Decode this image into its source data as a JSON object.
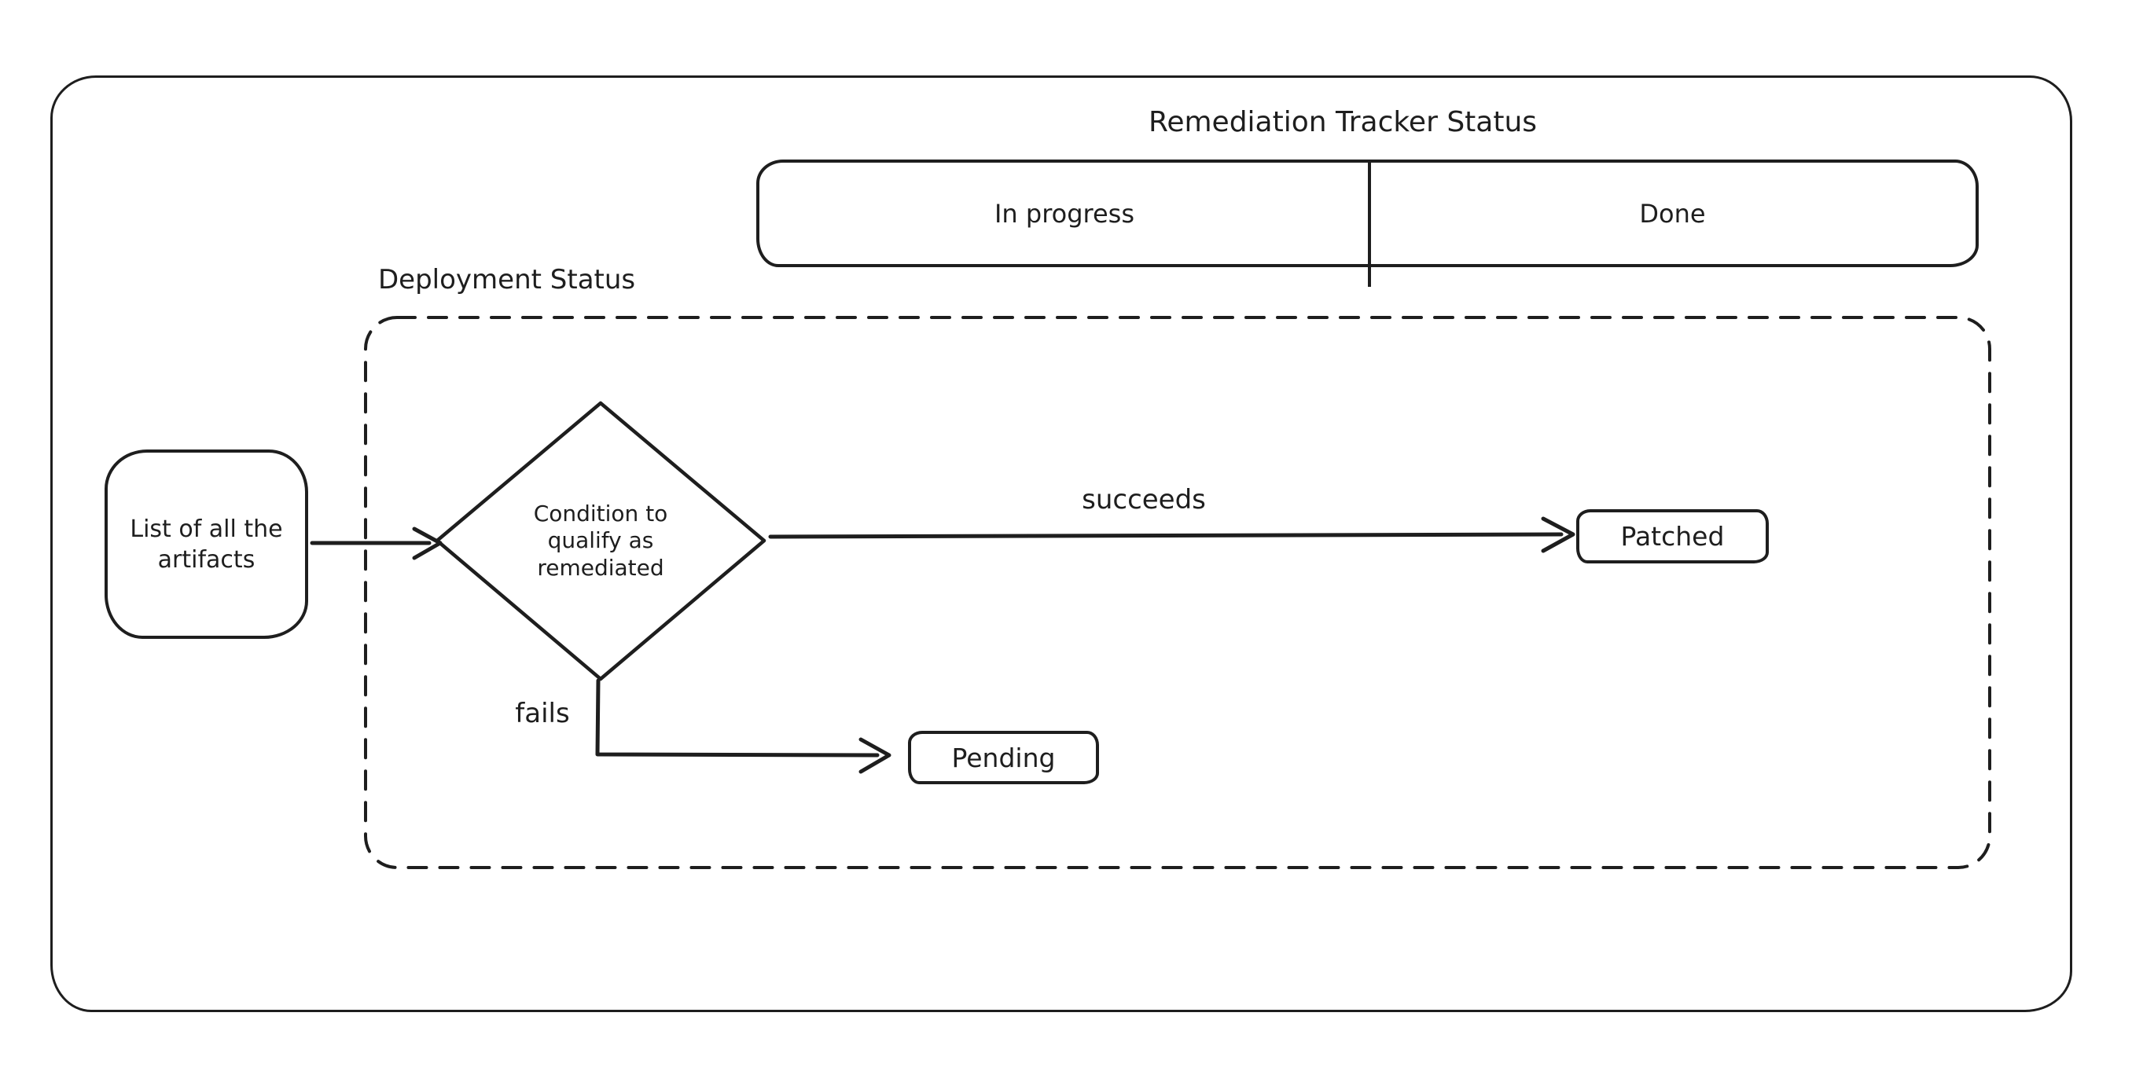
{
  "title": "Remediation Tracker Status",
  "tracker_bar": {
    "columns": [
      {
        "label": "In progress"
      },
      {
        "label": "Done"
      }
    ]
  },
  "deployment_group": {
    "label": "Deployment Status"
  },
  "nodes": {
    "artifacts": {
      "label": "List of all the artifacts"
    },
    "condition": {
      "label": "Condition to qualify as remediated"
    },
    "patched": {
      "label": "Patched"
    },
    "pending": {
      "label": "Pending"
    }
  },
  "edges": {
    "succeeds": {
      "label": "succeeds"
    },
    "fails": {
      "label": "fails"
    }
  },
  "colors": {
    "stroke": "#1e1e1e",
    "background": "#ffffff"
  }
}
